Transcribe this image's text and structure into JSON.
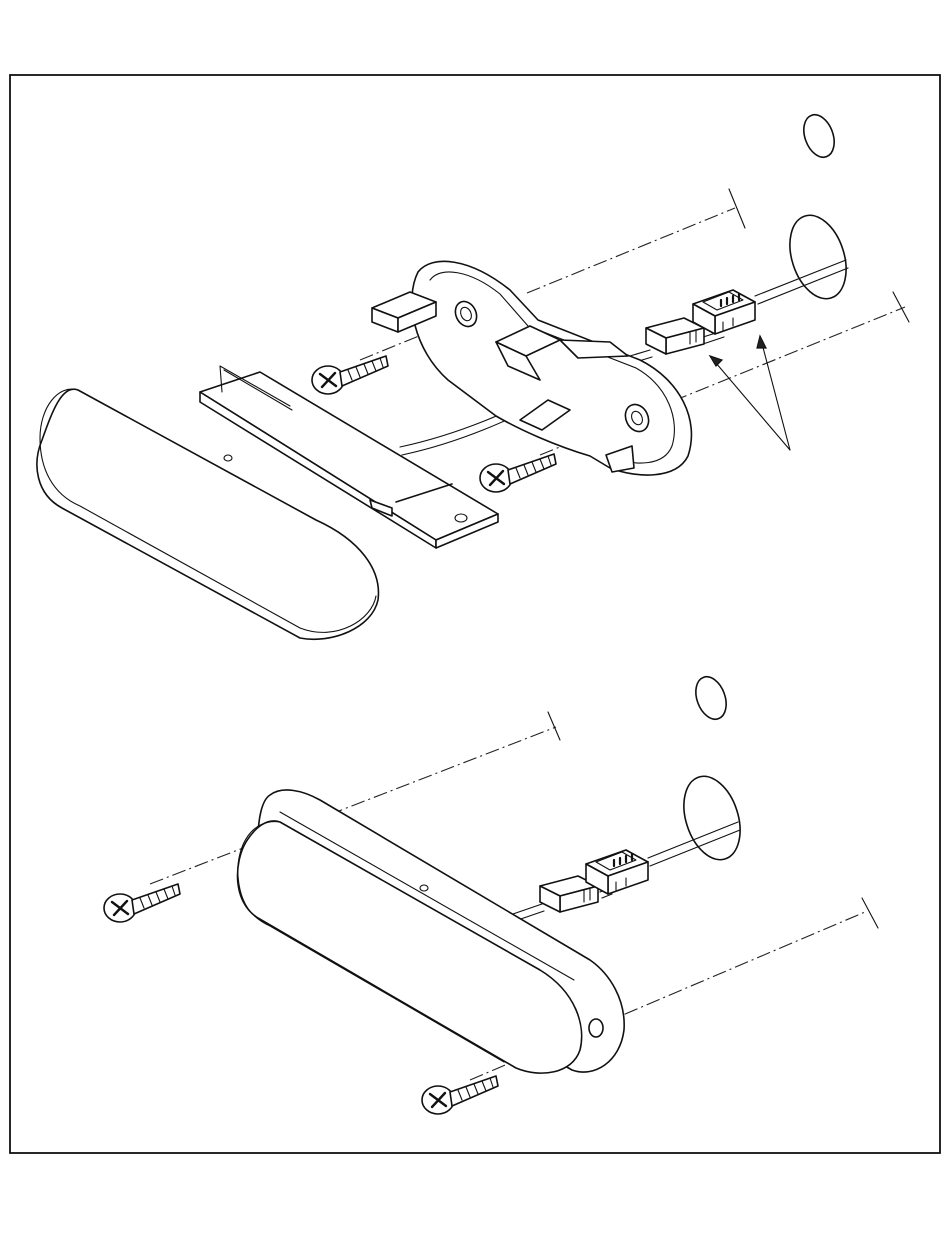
{
  "figure": {
    "style": "exploded-view line drawing",
    "stroke_color": "#111111",
    "background": "#ffffff",
    "upper_assembly": [
      "light-housing",
      "circuit-board",
      "mounting-bracket",
      "screw",
      "screw",
      "connector-plug",
      "connector-socket",
      "wire-grommet",
      "plug-hole"
    ],
    "lower_assembly": [
      "flanged-light-housing",
      "screw",
      "screw",
      "connector-plug",
      "connector-socket",
      "wire-grommet",
      "plug-hole"
    ]
  }
}
